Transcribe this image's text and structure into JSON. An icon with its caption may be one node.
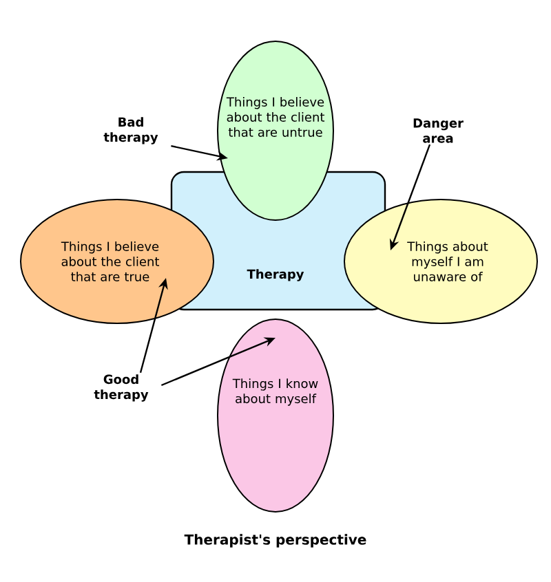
{
  "diagram": {
    "caption": "Therapist's perspective",
    "nodes": [
      {
        "text": [
          "Therapy"
        ]
      },
      {
        "text": [
          "Things I believe about the client that are untrue"
        ]
      },
      {
        "text": [
          "Things I believe about the client that are true"
        ]
      },
      {
        "text": [
          "Things about myself I am unaware of"
        ]
      },
      {
        "text": [
          "Things I know about myself"
        ]
      },
      {
        "text": [
          "Bad therapy"
        ]
      },
      {
        "text": [
          "Danger area"
        ]
      },
      {
        "text": [
          "Good therapy"
        ]
      }
    ],
    "edges": [
      {
        "from": 5,
        "to": 1,
        "arrow": "to"
      },
      {
        "from": 6,
        "to": 3,
        "arrow": "to"
      },
      {
        "from": 7,
        "to": 2,
        "arrow": "to"
      },
      {
        "from": 7,
        "to": 4,
        "arrow": "to"
      }
    ]
  }
}
